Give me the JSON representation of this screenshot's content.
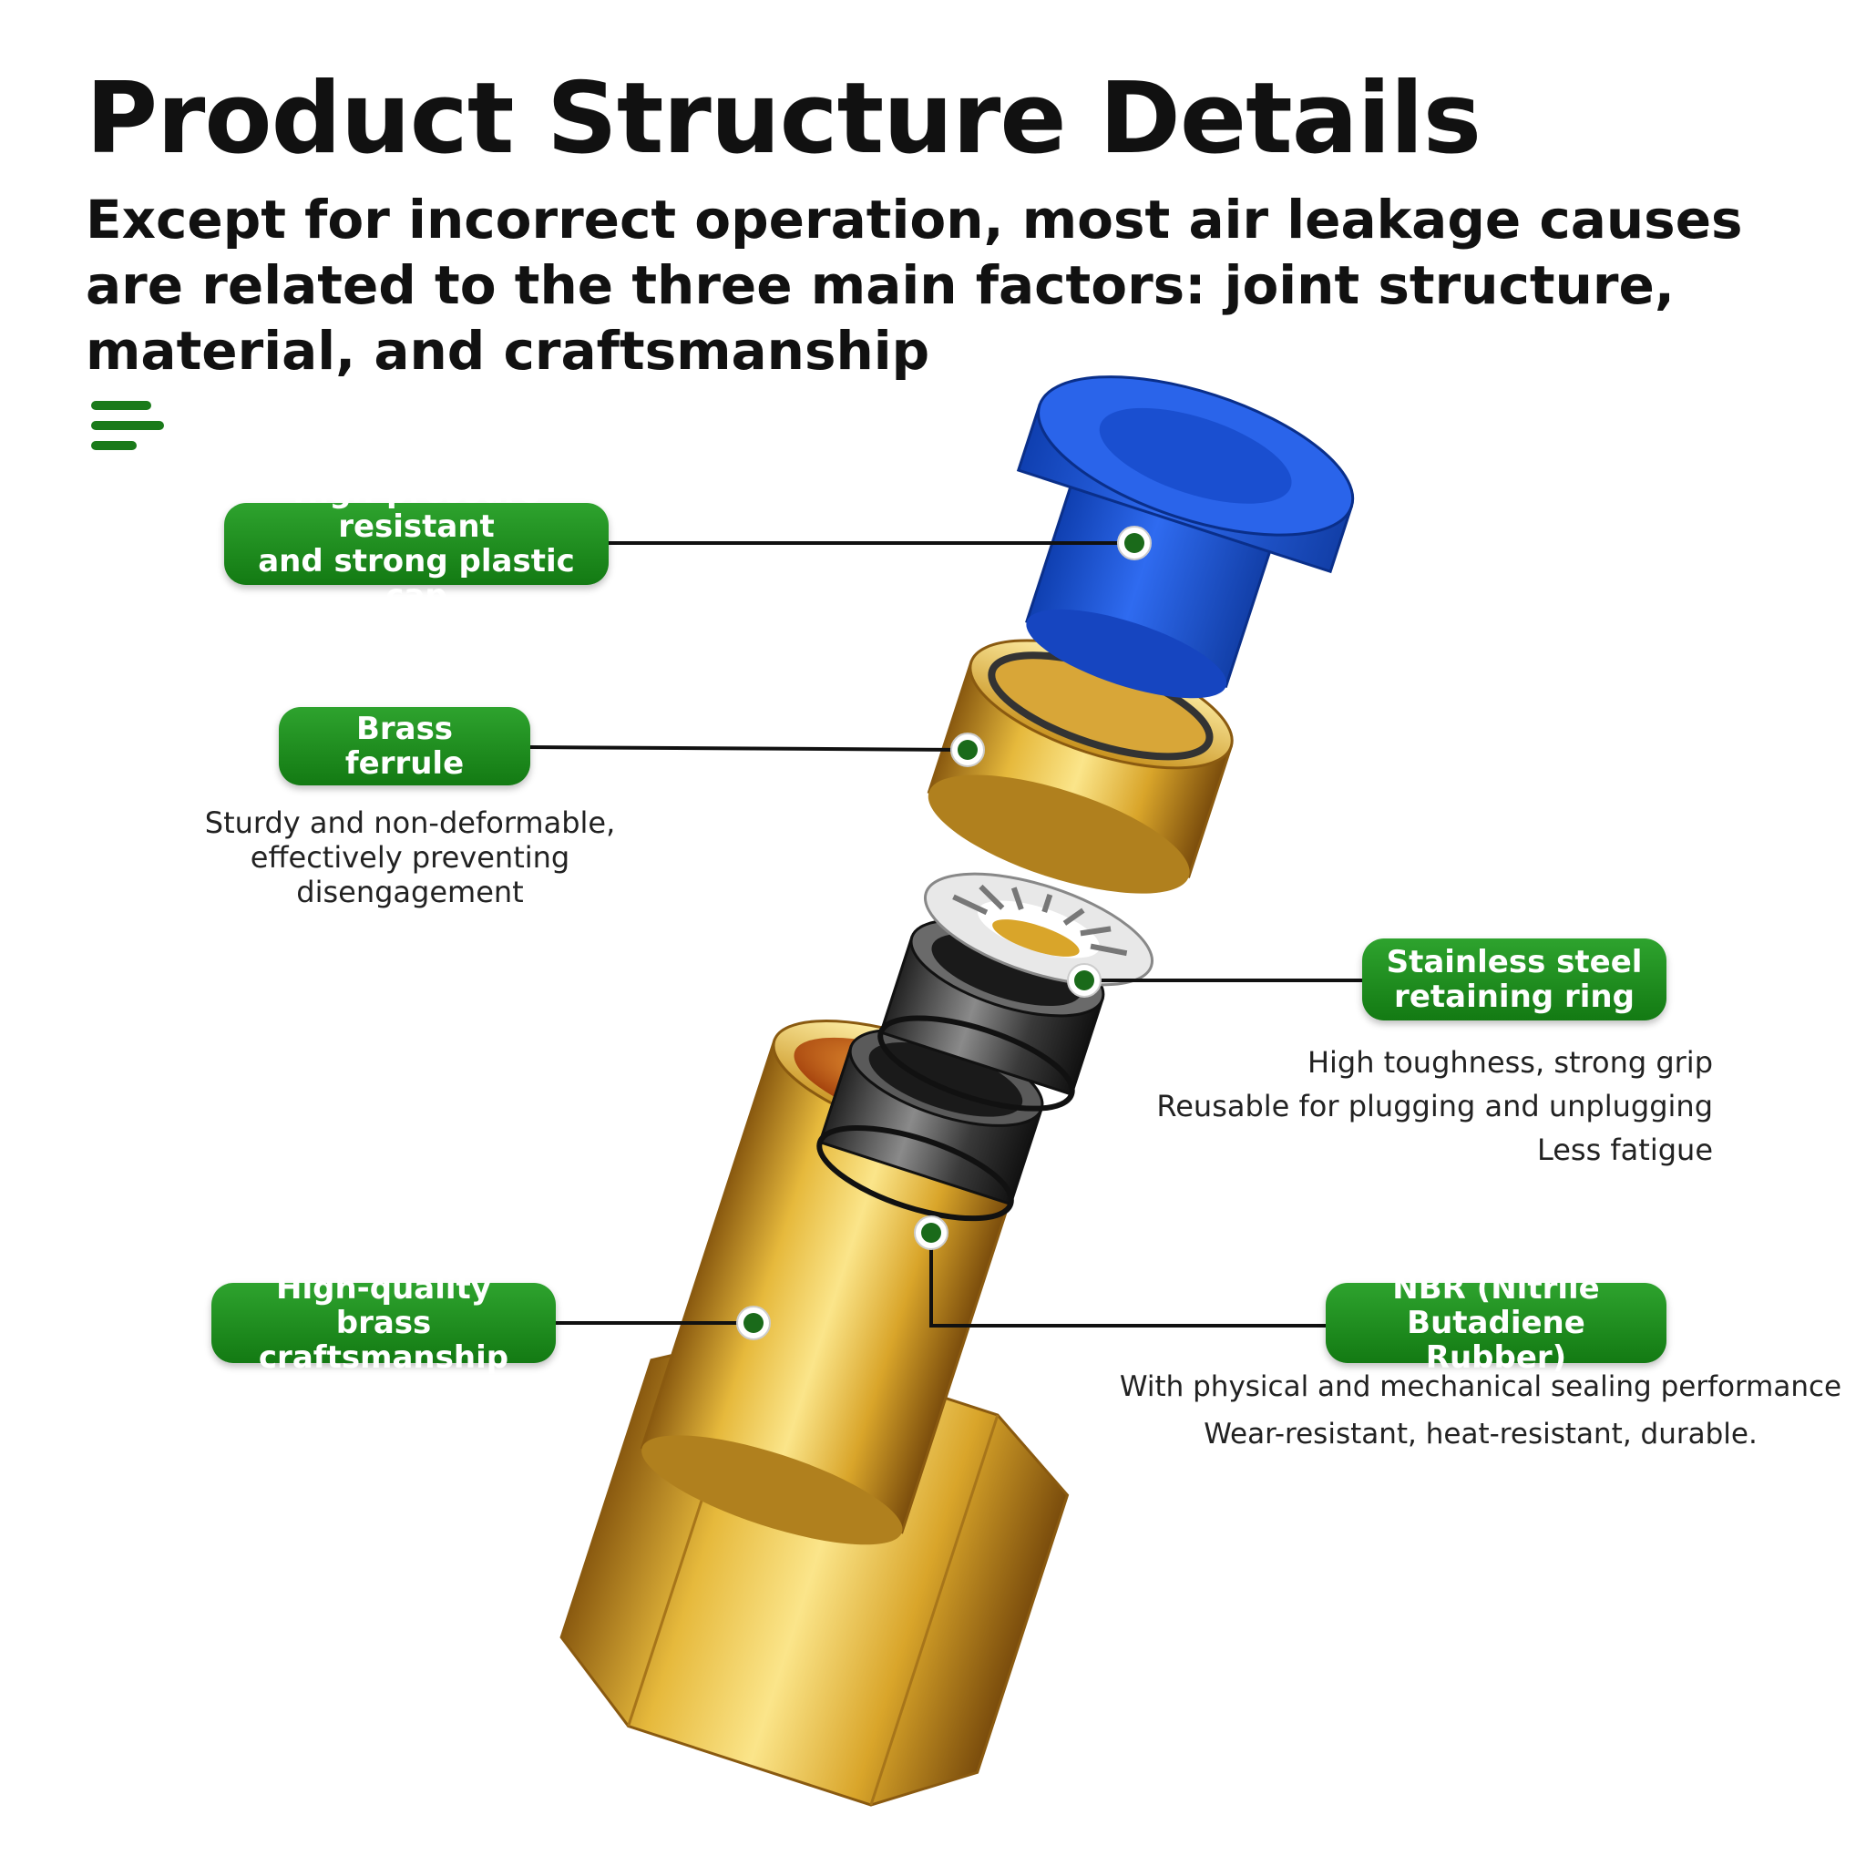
{
  "header": {
    "title": "Product Structure Details",
    "subtitle": "Except for incorrect operation, most air leakage causes are related to the three main factors: joint structure, material, and craftsmanship"
  },
  "colors": {
    "accent_green": "#1a8a1a",
    "cap_blue": "#1f5fe0",
    "brass": "#d9a82a"
  },
  "icons": [
    "menu-lines-icon"
  ],
  "callouts": [
    {
      "label": "High-pressure resistant and strong plastic cap",
      "lines": [
        "High-pressure resistant",
        "and strong plastic cap"
      ],
      "description": []
    },
    {
      "label": "Brass ferrule",
      "lines": [
        "Brass ferrule"
      ],
      "description": [
        "Sturdy and non-deformable,",
        "effectively preventing",
        "disengagement"
      ]
    },
    {
      "label": "Stainless steel retaining ring",
      "lines": [
        "Stainless steel",
        "retaining ring"
      ],
      "description": [
        "High toughness, strong grip",
        "Reusable for plugging and unplugging",
        "Less fatigue"
      ]
    },
    {
      "label": "High-quality brass craftsmanship",
      "lines": [
        "High-quality brass",
        "craftsmanship"
      ],
      "description": []
    },
    {
      "label": "NBR (Nitrile Butadiene Rubber)",
      "lines": [
        "NBR (Nitrile",
        "Butadiene Rubber)"
      ],
      "description": [
        "With physical and mechanical sealing performance",
        "Wear-resistant, heat-resistant, durable."
      ]
    }
  ]
}
